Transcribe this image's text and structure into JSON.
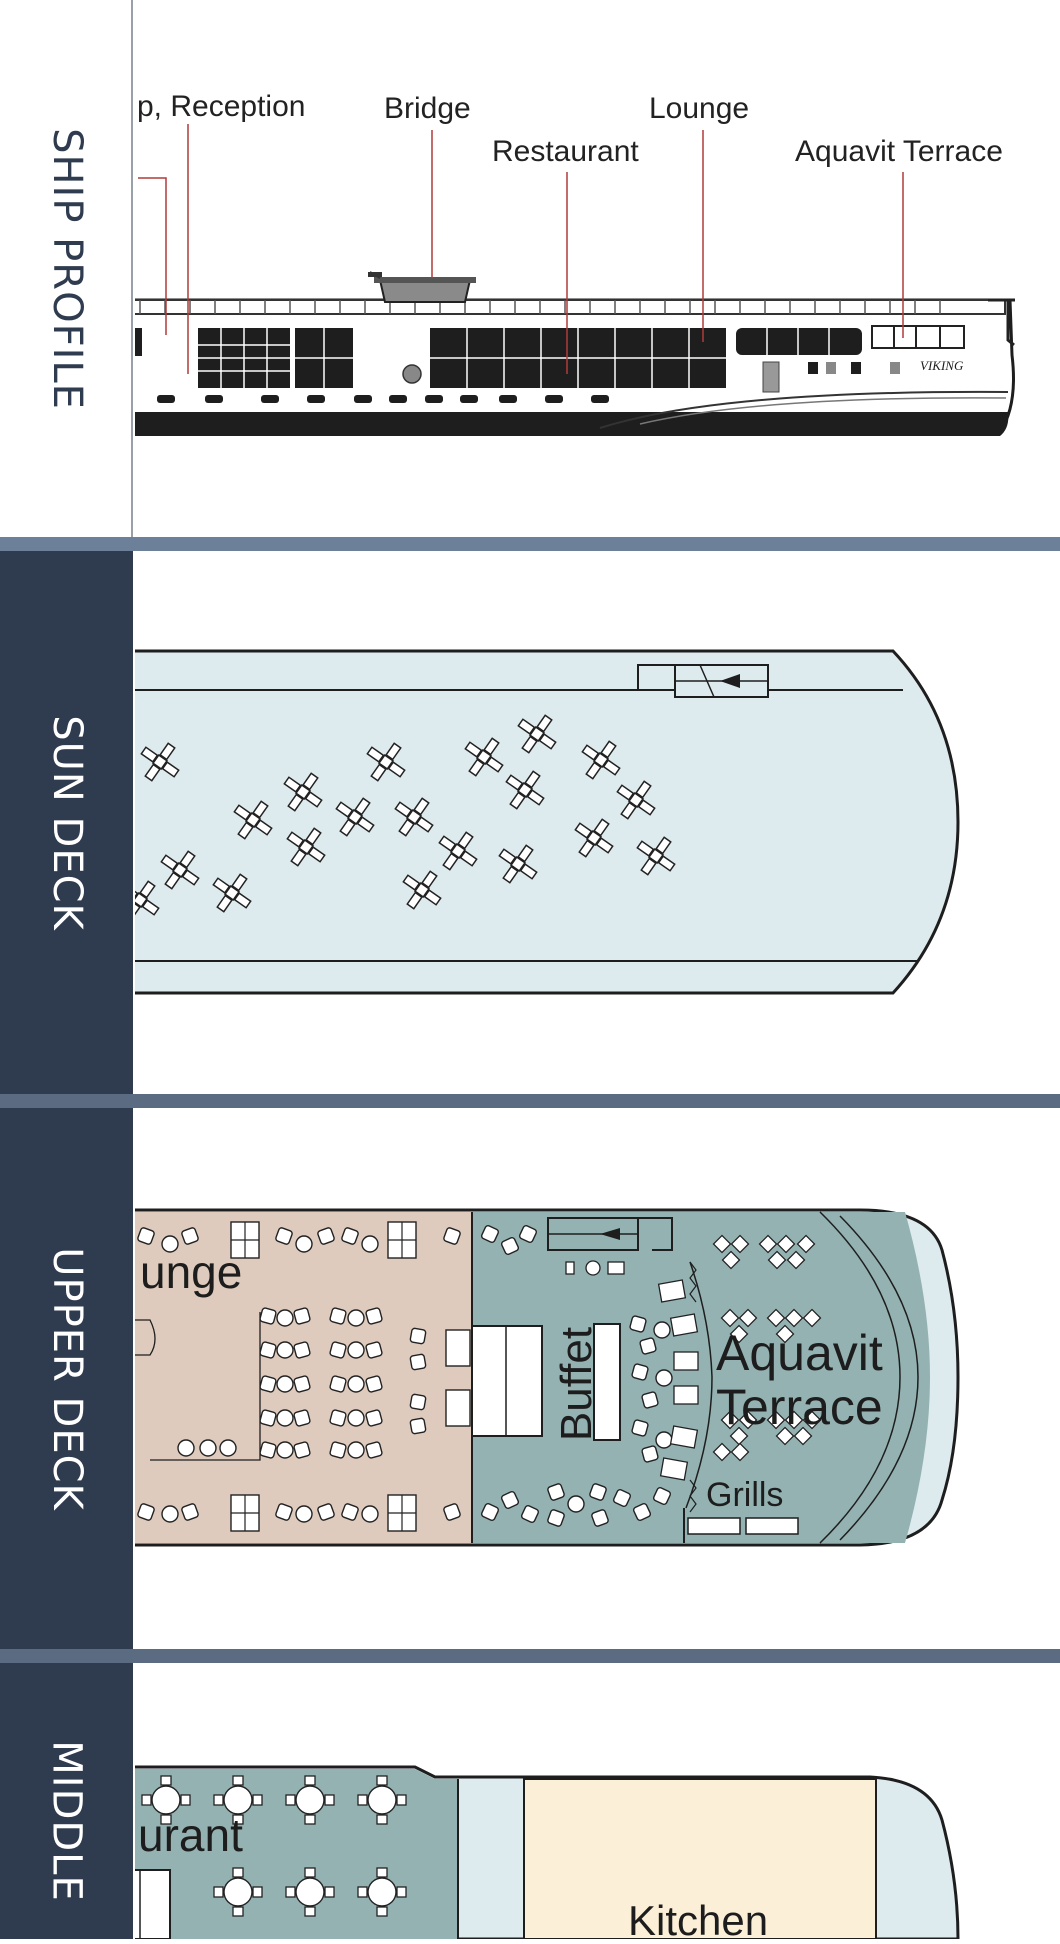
{
  "sections": {
    "ship_profile": "SHIP PROFILE",
    "sun_deck": "SUN DECK",
    "upper_deck": "UPPER DECK",
    "middle_deck": "MIDDLE"
  },
  "profile_callouts": {
    "reception": "p, Reception",
    "bridge": "Bridge",
    "restaurant": "Restaurant",
    "lounge": "Lounge",
    "aquavit_terrace": "Aquavit Terrace"
  },
  "ship_name": "VIKING",
  "upper_deck_labels": {
    "lounge": "unge",
    "buffet": "Buffet",
    "aquavit_line1": "Aquavit",
    "aquavit_line2": "Terrace",
    "grills": "Grills"
  },
  "middle_deck_labels": {
    "restaurant": "urant",
    "kitchen": "Kitchen"
  },
  "colors": {
    "sidebar_dark": "#2f3b4f",
    "divider": "#5a6b82",
    "sun_deck_floor": "#ddeaee",
    "lounge_floor": "#decbbd",
    "teal_floor": "#94b2b2",
    "kitchen_floor": "#fcefd8",
    "callout_line": "#b03a3a"
  }
}
